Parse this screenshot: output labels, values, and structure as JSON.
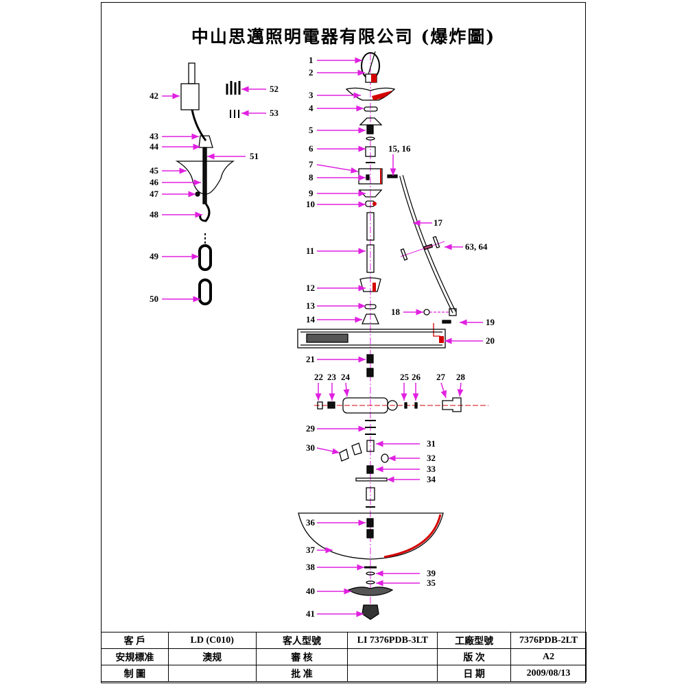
{
  "title": "中山思邁照明電器有限公司 (爆炸圖)",
  "colors": {
    "arrow": "#e020e0",
    "accent": "#d40000"
  },
  "callouts": [
    "1",
    "2",
    "3",
    "4",
    "5",
    "6",
    "7",
    "8",
    "9",
    "10",
    "11",
    "12",
    "13",
    "14",
    "15, 16",
    "17",
    "63, 64",
    "18",
    "19",
    "20",
    "21",
    "22",
    "23",
    "24",
    "25",
    "26",
    "27",
    "28",
    "29",
    "30",
    "31",
    "32",
    "33",
    "34",
    "36",
    "37",
    "38",
    "39",
    "35",
    "40",
    "41",
    "42",
    "43",
    "44",
    "45",
    "46",
    "47",
    "48",
    "49",
    "50",
    "51",
    "52",
    "53"
  ],
  "table": [
    [
      "客 戶",
      "LD (C010)",
      "客人型號",
      "LI 7376PDB-3LT",
      "工廠型號",
      "7376PDB-2LT"
    ],
    [
      "安規標准",
      "澳规",
      "審 核",
      "",
      "版 次",
      "A2"
    ],
    [
      "制 圖",
      "",
      "批 准",
      "",
      "日 期",
      "2009/08/13"
    ]
  ]
}
